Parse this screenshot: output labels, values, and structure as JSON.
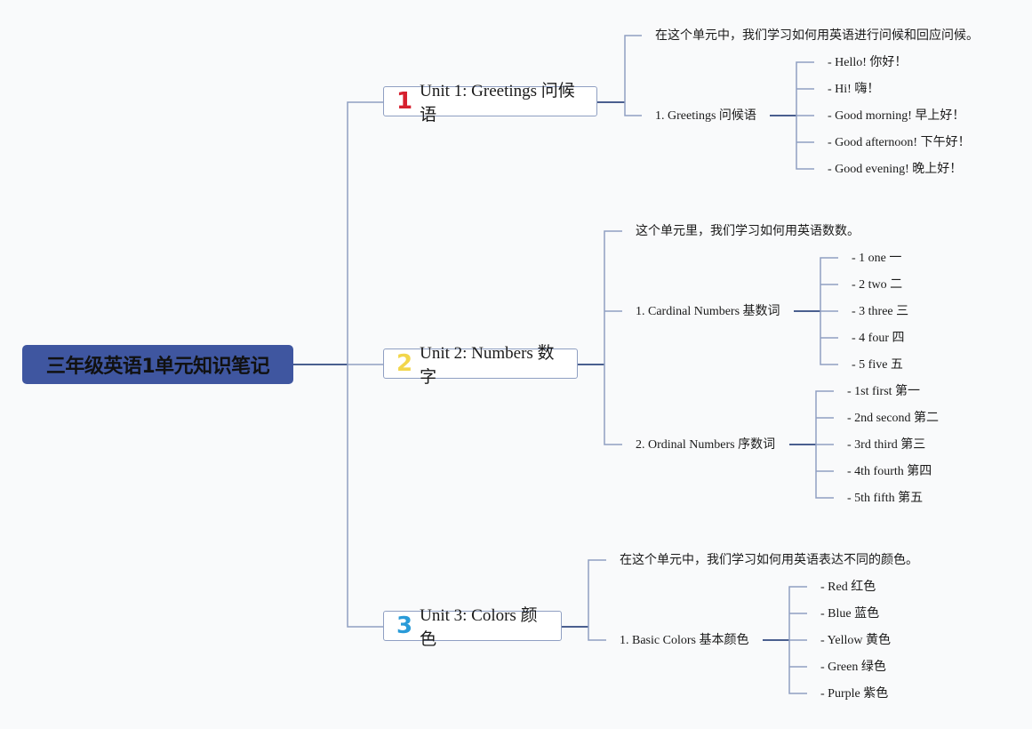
{
  "root": {
    "title": "三年级英语1单元知识笔记"
  },
  "colors": {
    "root_bg": "#3f56a0",
    "line": "#8f9fc2",
    "line_dark": "#4a5f8f",
    "unit1": "#d6202e",
    "unit2": "#f2d64b",
    "unit3": "#2a9bd8"
  },
  "units": [
    {
      "number": "1",
      "label": "Unit 1: Greetings 问候语",
      "intro": "在这个单元中，我们学习如何用英语进行问候和回应问候。",
      "groups": [
        {
          "label": "1. Greetings 问候语",
          "items": [
            "- Hello! 你好！",
            "- Hi! 嗨！",
            "- Good morning! 早上好！",
            "- Good afternoon! 下午好！",
            "- Good evening! 晚上好！"
          ]
        }
      ]
    },
    {
      "number": "2",
      "label": "Unit 2: Numbers 数字",
      "intro": "这个单元里，我们学习如何用英语数数。",
      "groups": [
        {
          "label": "1. Cardinal Numbers 基数词",
          "items": [
            "- 1 one 一",
            "- 2 two 二",
            "- 3 three 三",
            "- 4 four 四",
            "- 5 five 五"
          ]
        },
        {
          "label": "2. Ordinal Numbers 序数词",
          "items": [
            "- 1st first 第一",
            "- 2nd second 第二",
            "- 3rd third 第三",
            "- 4th fourth 第四",
            "- 5th fifth 第五"
          ]
        }
      ]
    },
    {
      "number": "3",
      "label": "Unit 3: Colors 颜色",
      "intro": "在这个单元中，我们学习如何用英语表达不同的颜色。",
      "groups": [
        {
          "label": "1. Basic Colors 基本颜色",
          "items": [
            "- Red 红色",
            "- Blue 蓝色",
            "- Yellow 黄色",
            "- Green 绿色",
            "- Purple 紫色"
          ]
        }
      ]
    }
  ]
}
